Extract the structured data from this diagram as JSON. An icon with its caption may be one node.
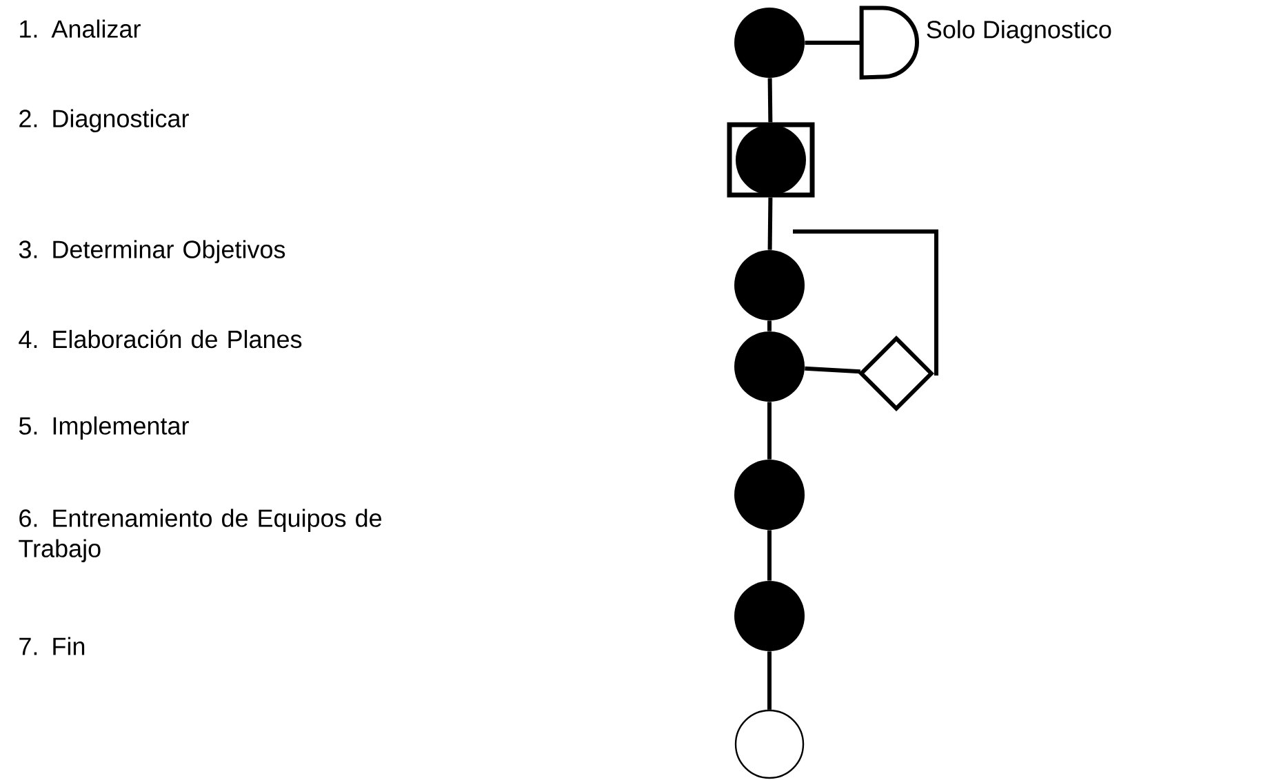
{
  "diagram": {
    "nodes": [
      {
        "text": [],
        "shape": "circle"
      },
      {
        "text": [],
        "shape": "semicircle",
        "beside": [
          "Solo Diagnostico"
        ]
      },
      {
        "text": [],
        "shape": "box"
      },
      {
        "text": [],
        "shape": "circle",
        "in": 2
      },
      {
        "text": [],
        "shape": "circle"
      },
      {
        "text": [],
        "shape": "circle"
      },
      {
        "text": [],
        "shape": "diamond"
      },
      {
        "text": [],
        "shape": "circle"
      },
      {
        "text": [],
        "shape": "circle"
      },
      {
        "text": [],
        "shape": "circle"
      }
    ],
    "edges": [
      {
        "from": 0,
        "to": 1,
        "arrow": "none"
      },
      {
        "from": 0,
        "to": 2,
        "arrow": "none"
      },
      {
        "from": 2,
        "to": 4,
        "arrow": "none"
      },
      {
        "from": 4,
        "to": 5,
        "arrow": "none"
      },
      {
        "from": 5,
        "to": 6,
        "arrow": "none"
      },
      {
        "from": 6,
        "to": null,
        "arrow": "none"
      },
      {
        "from": 5,
        "to": 7,
        "arrow": "none"
      },
      {
        "from": 7,
        "to": 8,
        "arrow": "none"
      },
      {
        "from": 8,
        "to": 9,
        "arrow": "none"
      }
    ],
    "labels": [
      "1. Analizar",
      "2. Diagnosticar",
      "3. Determinar Objetivos",
      "4. Elaboración de Planes",
      "5. Implementar",
      "6. Entrenamiento de Equipos de Trabajo",
      "7. Fin"
    ]
  }
}
